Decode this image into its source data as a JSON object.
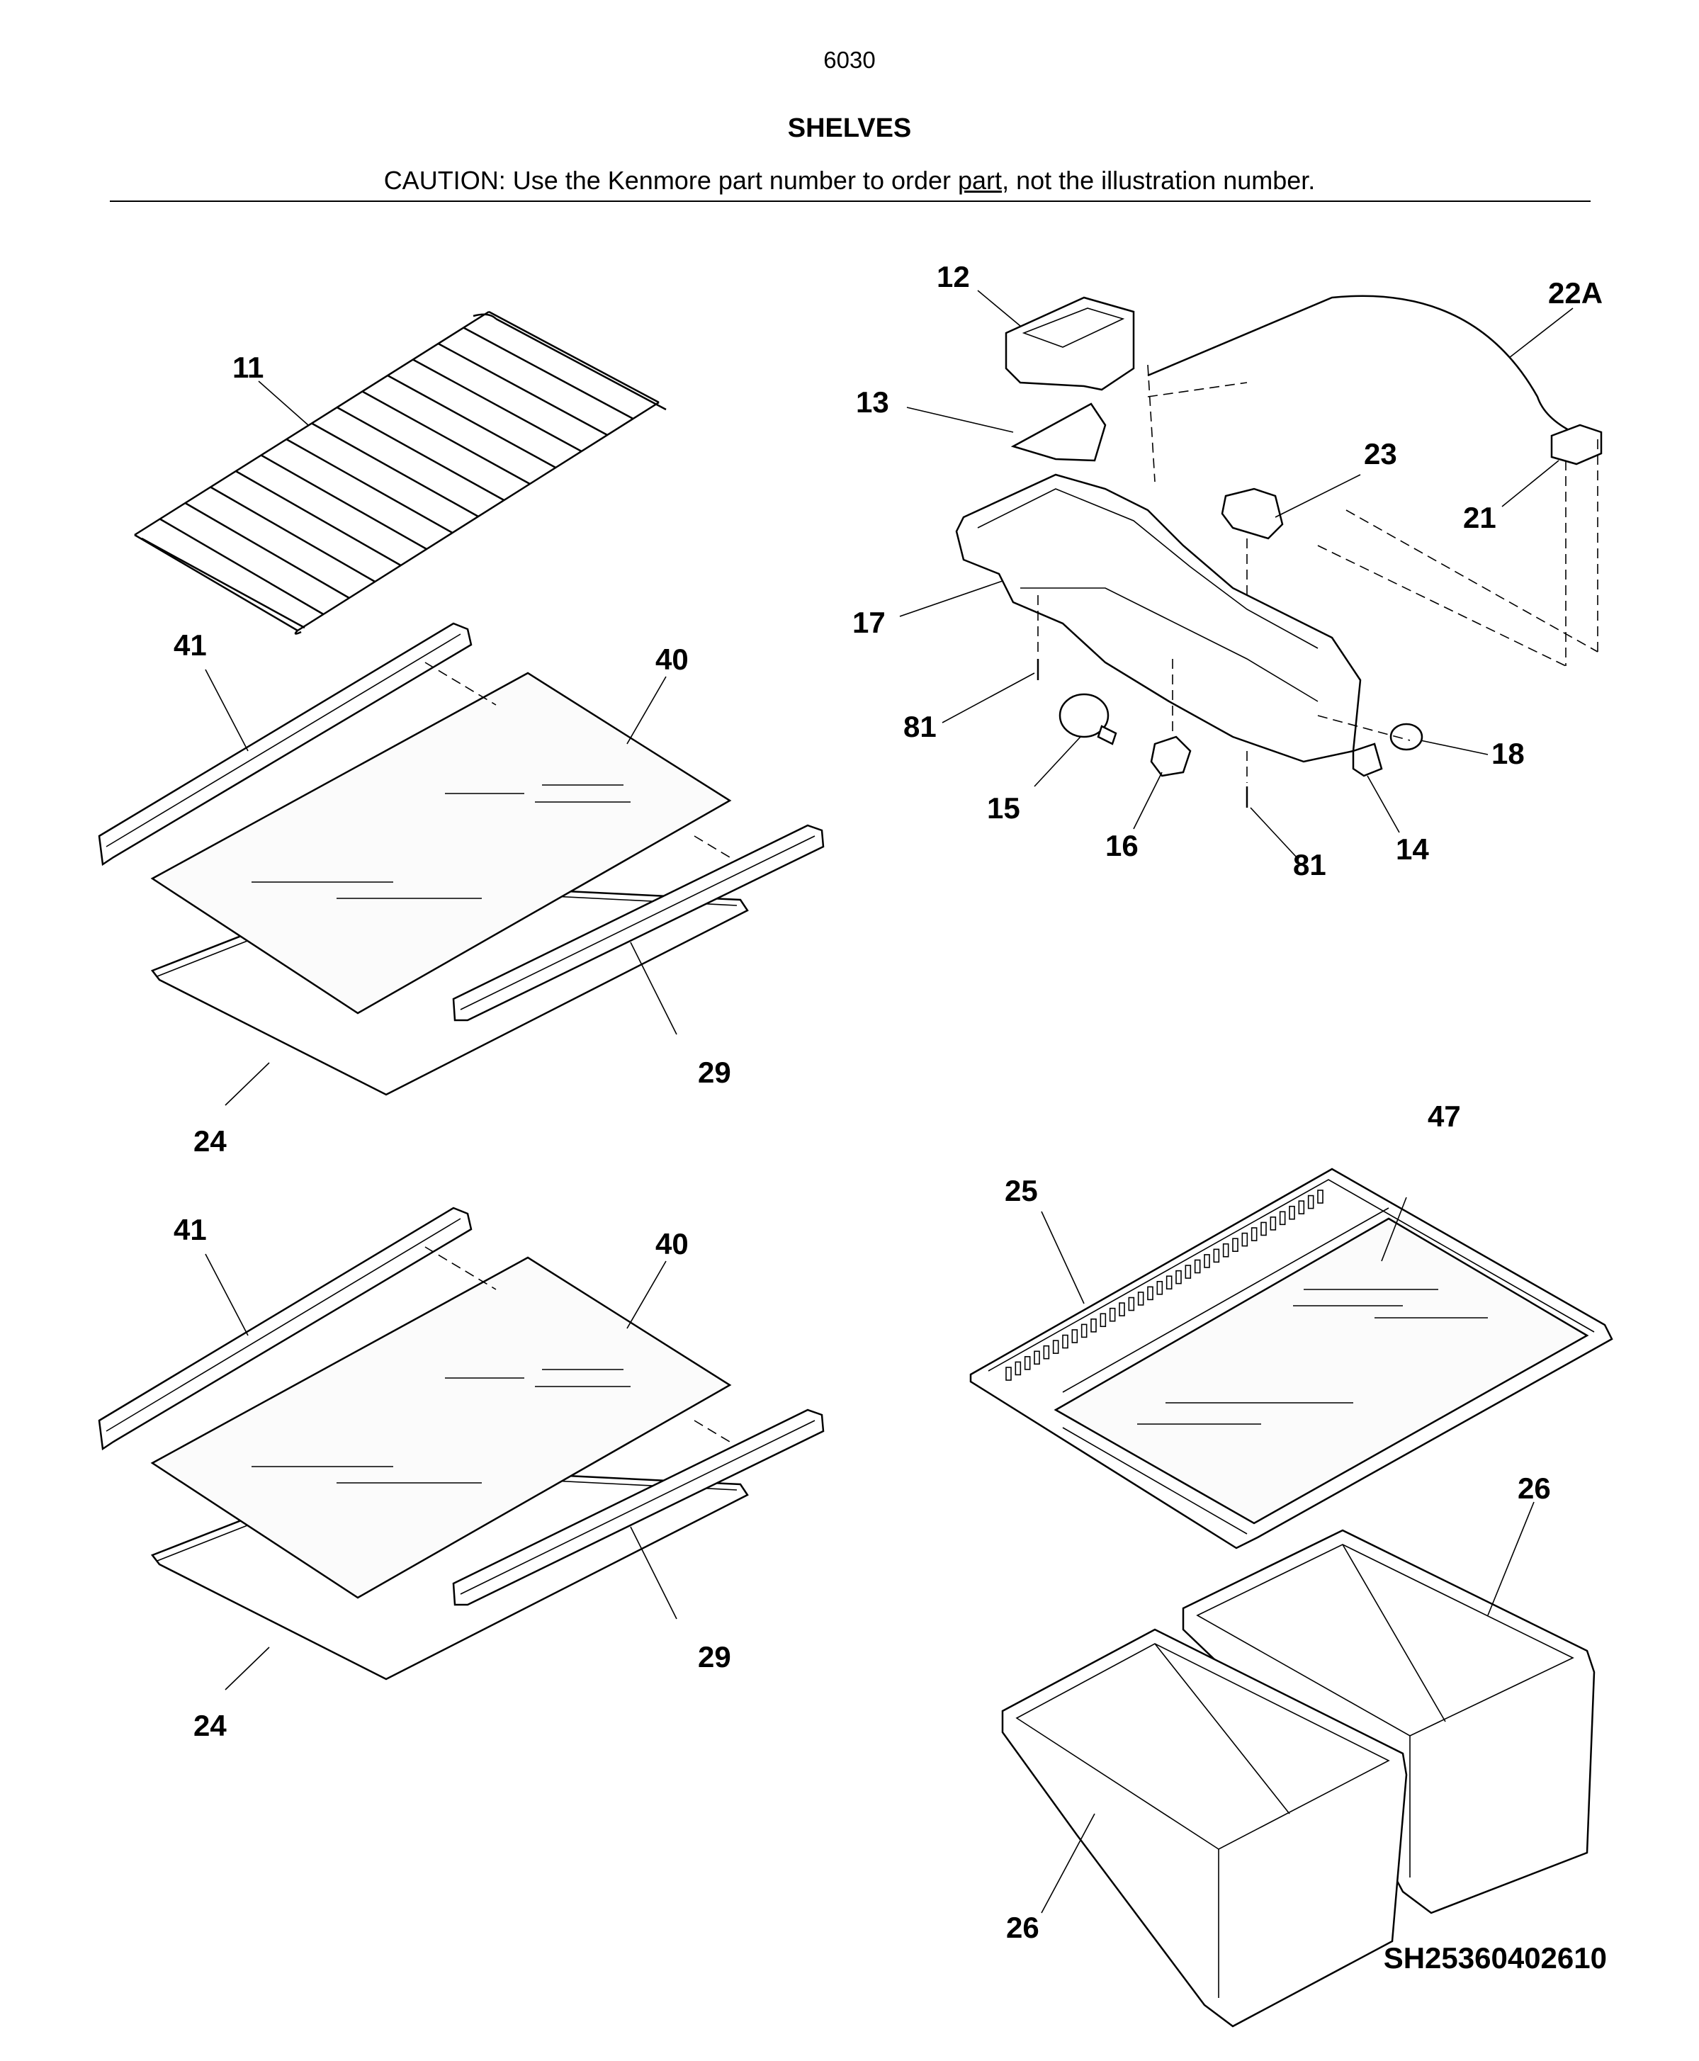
{
  "page": {
    "page_number": "6030",
    "title": "SHELVES",
    "caution_before": "CAUTION: Use the Kenmore part number to order ",
    "caution_link": "part",
    "caution_after": ", not the illustration number.",
    "diagram_code": "SH25360402610"
  },
  "callouts": {
    "c11": "11",
    "c41a": "41",
    "c40a": "40",
    "c29a": "29",
    "c24a": "24",
    "c41b": "41",
    "c40b": "40",
    "c29b": "29",
    "c24b": "24",
    "c12": "12",
    "c22a": "22A",
    "c13": "13",
    "c23": "23",
    "c21": "21",
    "c17": "17",
    "c81a": "81",
    "c15": "15",
    "c16": "16",
    "c81b": "81",
    "c14": "14",
    "c18": "18",
    "c47": "47",
    "c25": "25",
    "c26a": "26",
    "c26b": "26"
  }
}
